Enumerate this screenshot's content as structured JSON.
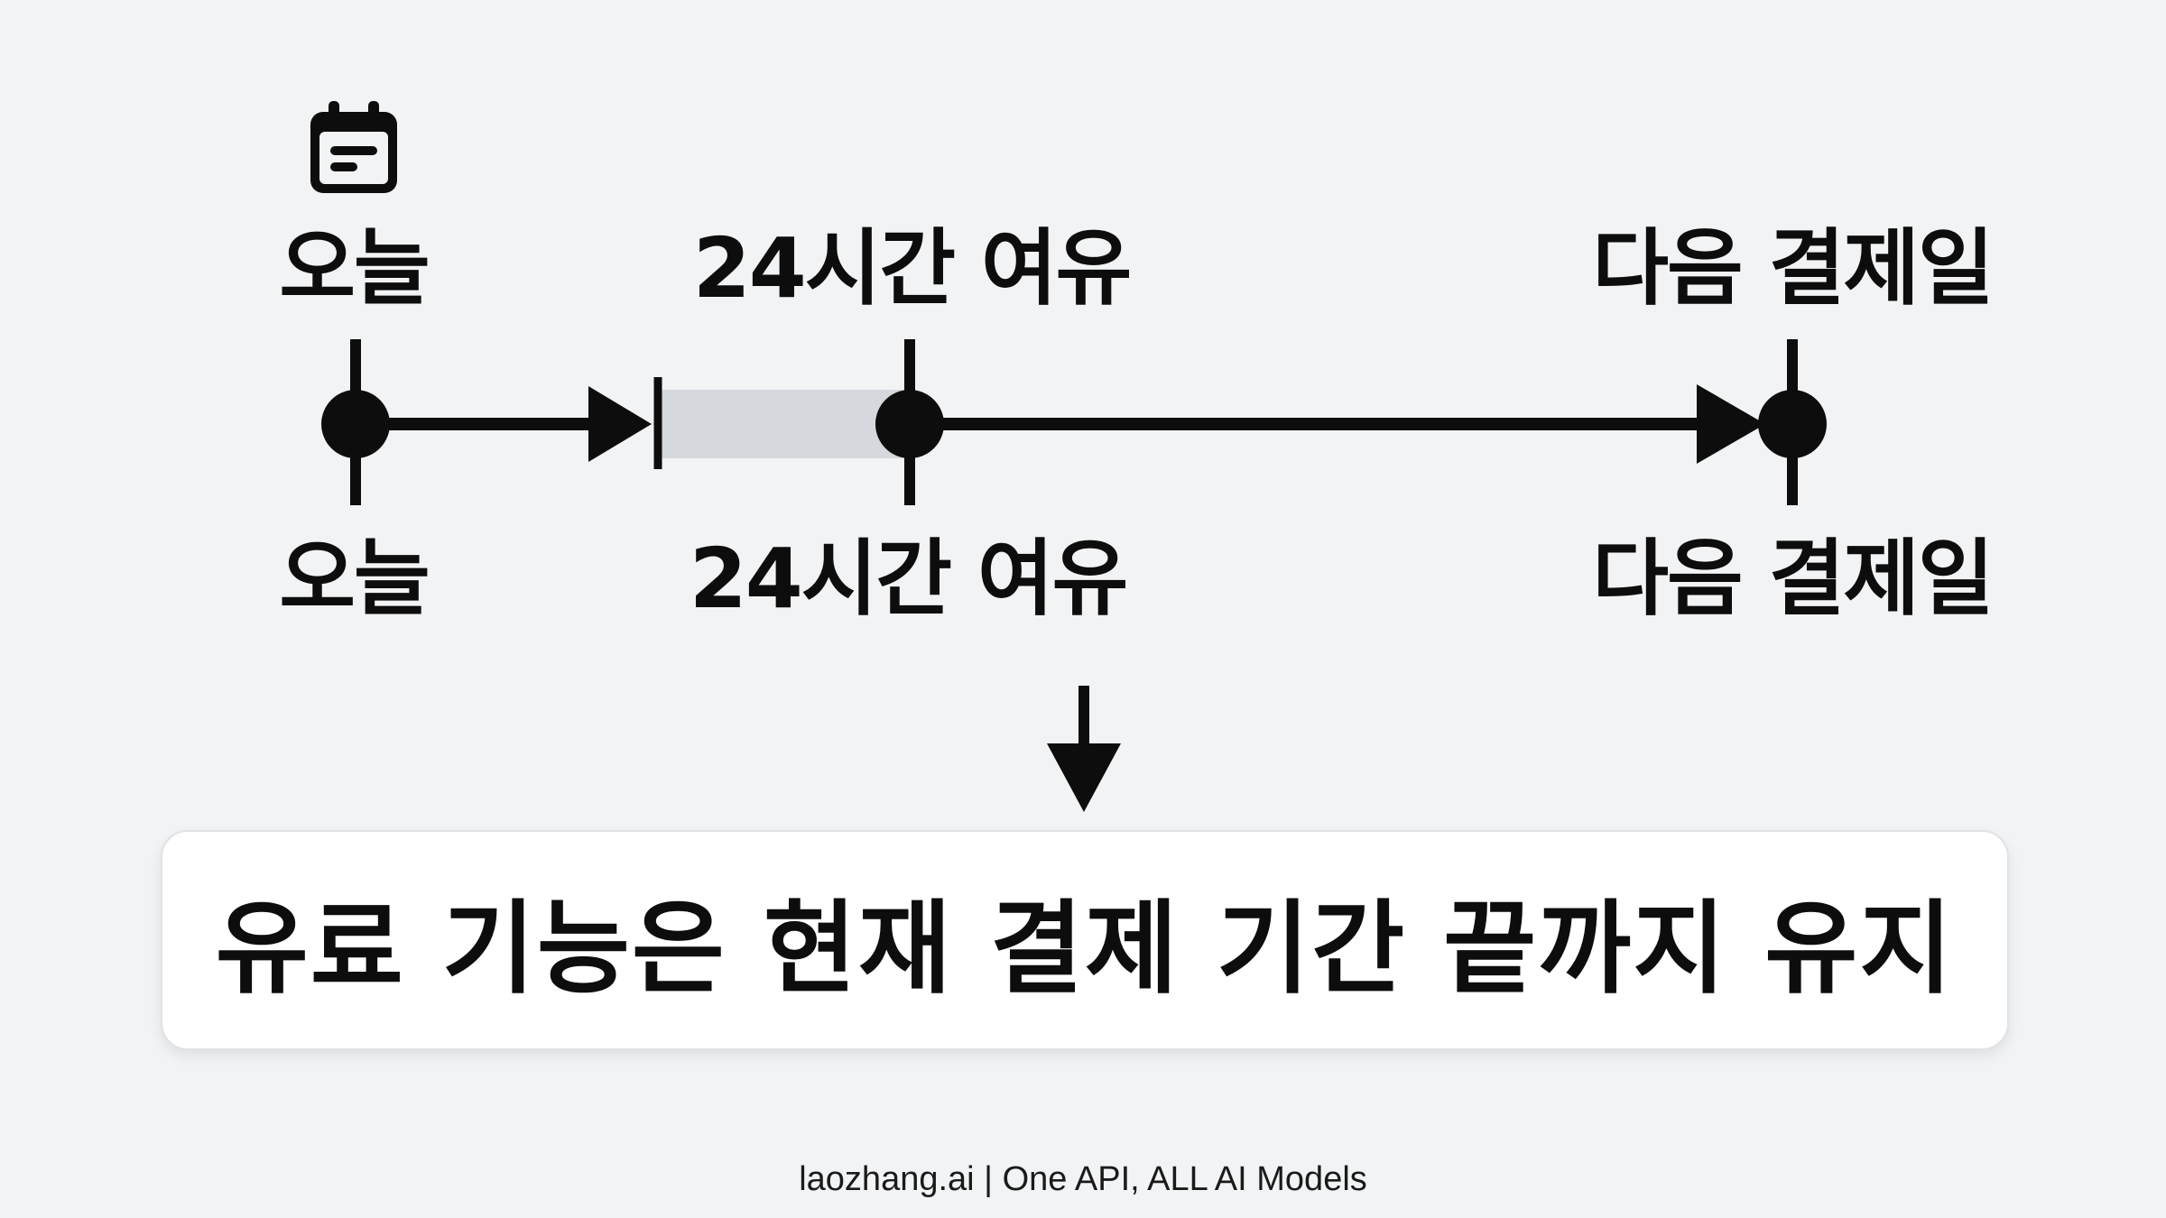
{
  "timeline": {
    "top_labels": {
      "today": "오늘",
      "grace": "24시간 여유",
      "next_billing": "다음 결제일"
    },
    "bottom_labels": {
      "today": "오늘",
      "grace": "24시간 여유",
      "next_billing": "다음 결제일"
    }
  },
  "summary": {
    "text": "유료 기능은 현재 결제 기간 끝까지 유지"
  },
  "footer": {
    "text": "laozhang.ai | One API, ALL AI Models"
  },
  "colors": {
    "background": "#f1f3f5",
    "line": "#0d0d0d",
    "grace_band": "#d5d8dd",
    "card": "#ffffff"
  },
  "icons": {
    "today_marker": "calendar-icon"
  }
}
